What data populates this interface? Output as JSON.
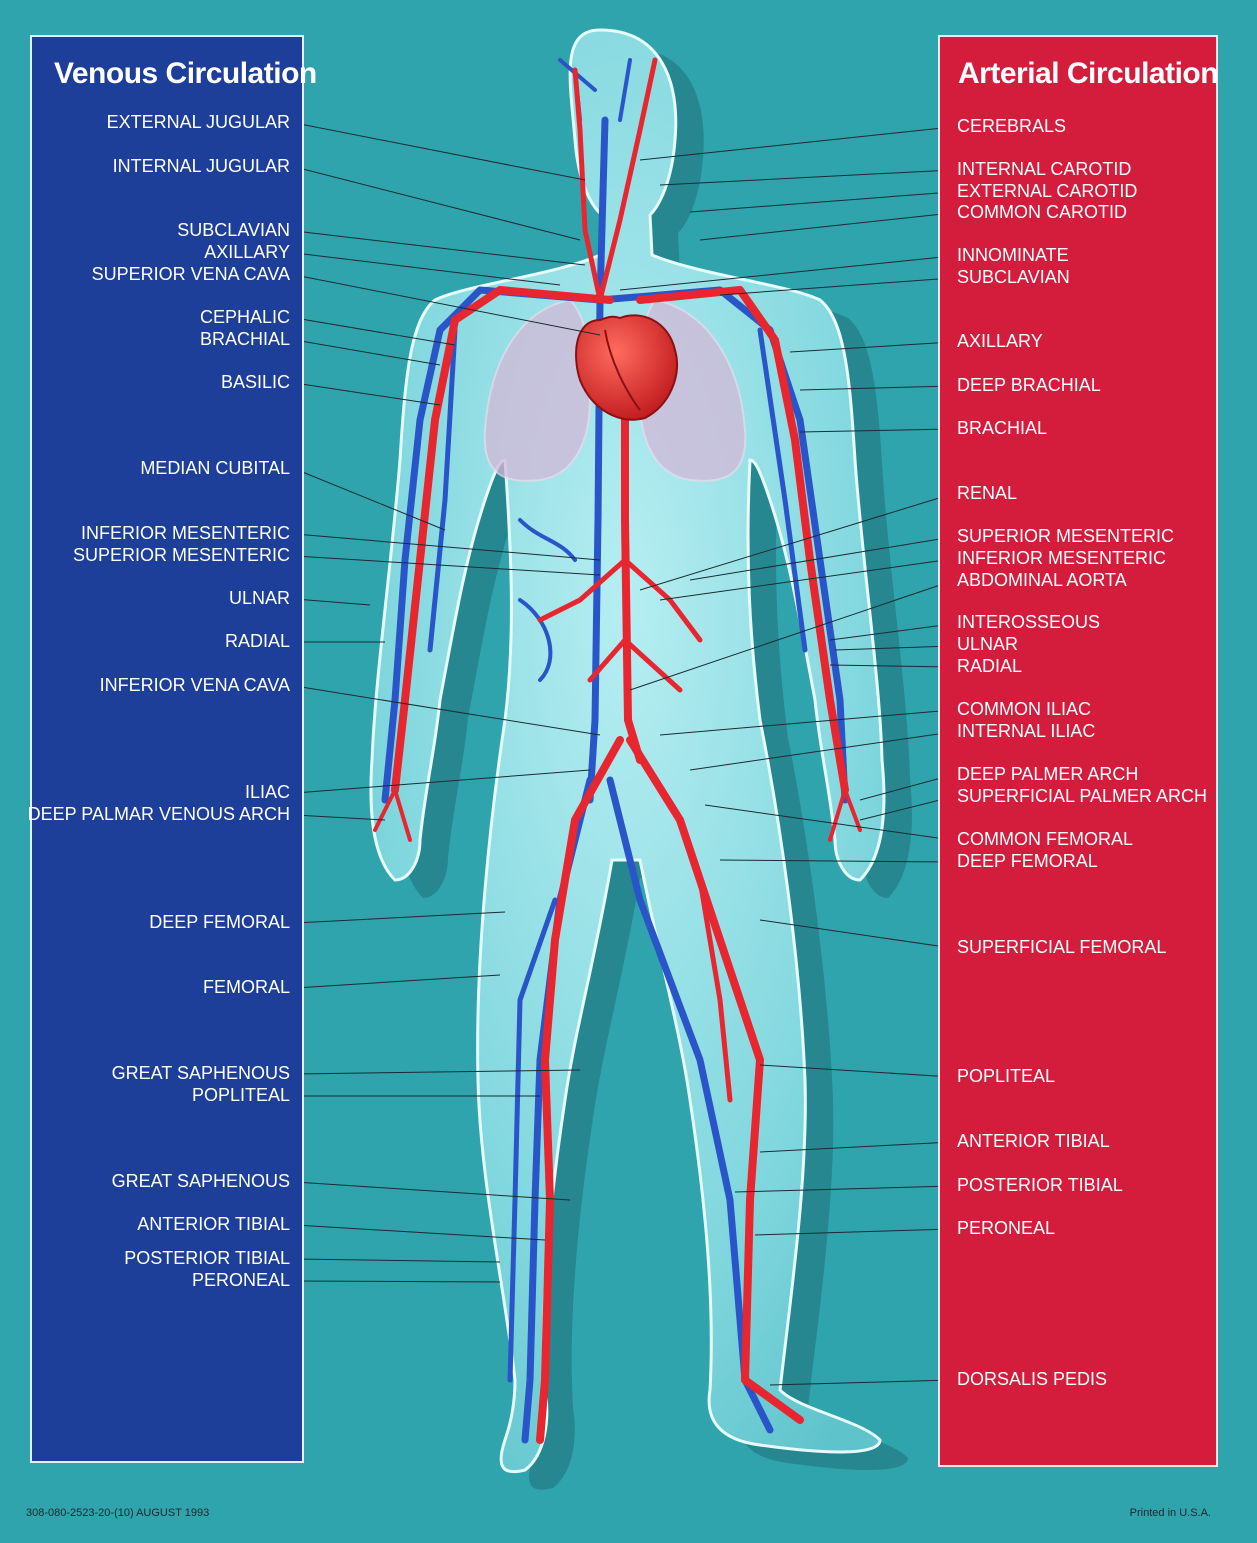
{
  "venous": {
    "title": "Venous Circulation",
    "labels": [
      "EXTERNAL JUGULAR",
      "INTERNAL JUGULAR",
      "SUBCLAVIAN",
      "AXILLARY",
      "SUPERIOR  VENA CAVA",
      "CEPHALIC",
      "BRACHIAL",
      "BASILIC",
      "MEDIAN CUBITAL",
      "INFERIOR MESENTERIC",
      "SUPERIOR MESENTERIC",
      "ULNAR",
      "RADIAL",
      "INFERIOR  VENA CAVA",
      "ILIAC",
      "DEEP PALMAR VENOUS ARCH",
      "DEEP FEMORAL",
      "FEMORAL",
      "GREAT SAPHENOUS",
      "POPLITEAL",
      "GREAT SAPHENOUS",
      "ANTERIOR TIBIAL",
      "POSTERIOR TIBIAL",
      "PERONEAL"
    ]
  },
  "arterial": {
    "title": "Arterial Circulation",
    "labels": [
      "CEREBRALS",
      "INTERNAL CAROTID",
      "EXTERNAL CAROTID",
      "COMMON CAROTID",
      "INNOMINATE",
      "SUBCLAVIAN",
      "AXILLARY",
      "DEEP BRACHIAL",
      "BRACHIAL",
      "RENAL",
      "SUPERIOR MESENTERIC",
      "INFERIOR MESENTERIC",
      "ABDOMINAL AORTA",
      "INTEROSSEOUS",
      "ULNAR",
      "RADIAL",
      "COMMON ILIAC",
      "INTERNAL ILIAC",
      "DEEP PALMER ARCH",
      "SUPERFICIAL PALMER ARCH",
      "COMMON FEMORAL",
      "DEEP FEMORAL",
      "SUPERFICIAL FEMORAL",
      "POPLITEAL",
      "ANTERIOR TIBIAL",
      "POSTERIOR TIBIAL",
      "PERONEAL",
      "DORSALIS PEDIS"
    ]
  },
  "footer": {
    "code": "308-080-2523-20-(10) AUGUST 1993",
    "printed": "Printed in U.S.A."
  },
  "colors": {
    "background": "#2fa4ad",
    "venous_panel": "#1d3f9a",
    "arterial_panel": "#d41c3d",
    "vein": "#2a55c8",
    "artery": "#e8262f",
    "body": "#8fe0e6",
    "lung": "#d4b8d8",
    "heart": "#d8282a"
  },
  "icons": [
    "human-body-figure",
    "heart-icon",
    "lung-icon"
  ]
}
